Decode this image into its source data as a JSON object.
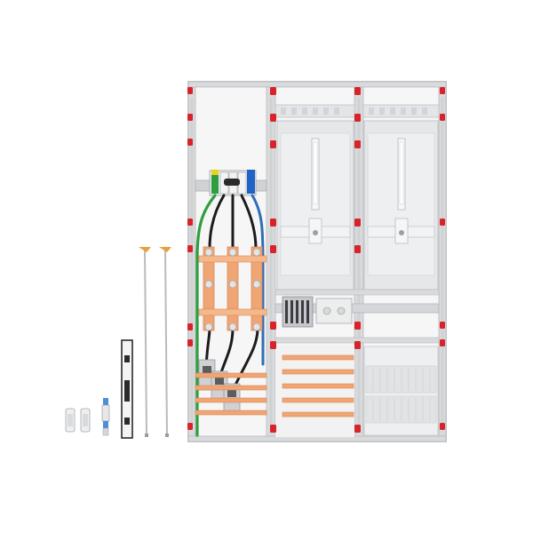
{
  "image": {
    "subject": "meter-cabinet-product-render",
    "background_color": "#ffffff"
  },
  "colors": {
    "frame_grey": "#d9dadc",
    "frame_dark": "#b8babd",
    "panel_grey": "#e4e5e7",
    "panel_dark": "#c9cbce",
    "copper_busbar": "#f0a575",
    "copper_dark": "#d98952",
    "mount_red": "#d8232a",
    "cable_green": "#2e9e3e",
    "cable_black": "#1c1c1c",
    "cable_blue": "#2f6fb5",
    "terminal_yellow": "#e8d21e",
    "terminal_blue": "#1f63c6",
    "accessory_blue": "#4a8fd8"
  },
  "icons": {
    "left_column": "busbar-distribution-column",
    "meter_fields": "meter-mounting-fields",
    "accessories": "loose-accessories"
  }
}
